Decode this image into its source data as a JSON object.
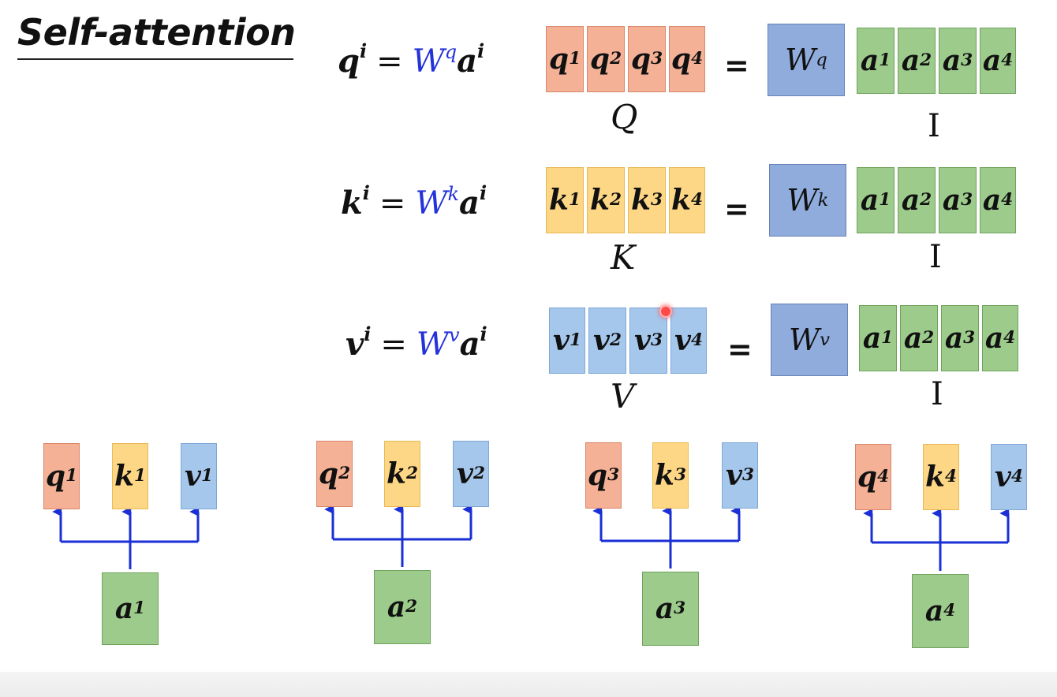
{
  "title": "Self-attention",
  "equations": [
    {
      "lhs": "q",
      "lhs_sup": "i",
      "eq": "=",
      "w": "W",
      "w_sup": "q",
      "rhs": "a",
      "rhs_sup": "i"
    },
    {
      "lhs": "k",
      "lhs_sup": "i",
      "eq": "=",
      "w": "W",
      "w_sup": "k",
      "rhs": "a",
      "rhs_sup": "i"
    },
    {
      "lhs": "v",
      "lhs_sup": "i",
      "eq": "=",
      "w": "W",
      "w_sup": "v",
      "rhs": "a",
      "rhs_sup": "i"
    }
  ],
  "matrix_rows": [
    {
      "cells": [
        {
          "b": "q",
          "s": "1"
        },
        {
          "b": "q",
          "s": "2"
        },
        {
          "b": "q",
          "s": "3"
        },
        {
          "b": "q",
          "s": "4"
        }
      ],
      "eq": "=",
      "w": {
        "b": "W",
        "s": "q"
      },
      "inputs": [
        {
          "b": "a",
          "s": "1"
        },
        {
          "b": "a",
          "s": "2"
        },
        {
          "b": "a",
          "s": "3"
        },
        {
          "b": "a",
          "s": "4"
        }
      ],
      "label": "Q",
      "input_label": "I"
    },
    {
      "cells": [
        {
          "b": "k",
          "s": "1"
        },
        {
          "b": "k",
          "s": "2"
        },
        {
          "b": "k",
          "s": "3"
        },
        {
          "b": "k",
          "s": "4"
        }
      ],
      "eq": "=",
      "w": {
        "b": "W",
        "s": "k"
      },
      "inputs": [
        {
          "b": "a",
          "s": "1"
        },
        {
          "b": "a",
          "s": "2"
        },
        {
          "b": "a",
          "s": "3"
        },
        {
          "b": "a",
          "s": "4"
        }
      ],
      "label": "K",
      "input_label": "I"
    },
    {
      "cells": [
        {
          "b": "v",
          "s": "1"
        },
        {
          "b": "v",
          "s": "2"
        },
        {
          "b": "v",
          "s": "3"
        },
        {
          "b": "v",
          "s": "4"
        }
      ],
      "eq": "=",
      "w": {
        "b": "W",
        "s": "v"
      },
      "inputs": [
        {
          "b": "a",
          "s": "1"
        },
        {
          "b": "a",
          "s": "2"
        },
        {
          "b": "a",
          "s": "3"
        },
        {
          "b": "a",
          "s": "4"
        }
      ],
      "label": "V",
      "input_label": "I"
    }
  ],
  "trees": [
    {
      "q": {
        "b": "q",
        "s": "1"
      },
      "k": {
        "b": "k",
        "s": "1"
      },
      "v": {
        "b": "v",
        "s": "1"
      },
      "a": {
        "b": "a",
        "s": "1"
      }
    },
    {
      "q": {
        "b": "q",
        "s": "2"
      },
      "k": {
        "b": "k",
        "s": "2"
      },
      "v": {
        "b": "v",
        "s": "2"
      },
      "a": {
        "b": "a",
        "s": "2"
      }
    },
    {
      "q": {
        "b": "q",
        "s": "3"
      },
      "k": {
        "b": "k",
        "s": "3"
      },
      "v": {
        "b": "v",
        "s": "3"
      },
      "a": {
        "b": "a",
        "s": "3"
      }
    },
    {
      "q": {
        "b": "q",
        "s": "4"
      },
      "k": {
        "b": "k",
        "s": "4"
      },
      "v": {
        "b": "v",
        "s": "4"
      },
      "a": {
        "b": "a",
        "s": "4"
      }
    }
  ],
  "colors": {
    "query": "#f4b196",
    "key": "#fdd785",
    "value": "#a6c7ec",
    "input": "#9dcb8b",
    "weight": "#8facdc",
    "weight_text": "#2433d9",
    "arrow": "#1a2fd6"
  }
}
